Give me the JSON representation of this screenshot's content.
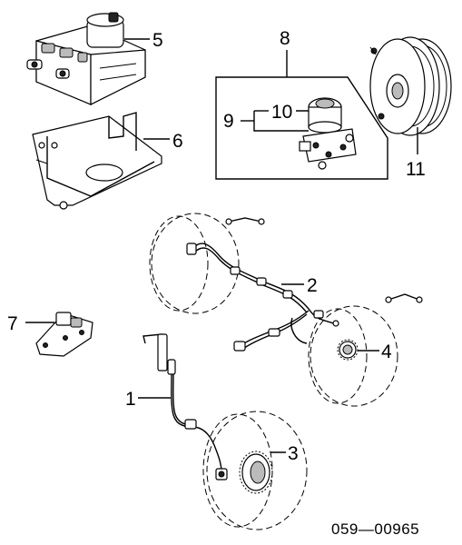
{
  "callouts": {
    "c1": "1",
    "c2": "2",
    "c3": "3",
    "c4": "4",
    "c5": "5",
    "c6": "6",
    "c7": "7",
    "c8": "8",
    "c9": "9",
    "c10": "10",
    "c11": "11"
  },
  "diagram_code": "059—00965"
}
